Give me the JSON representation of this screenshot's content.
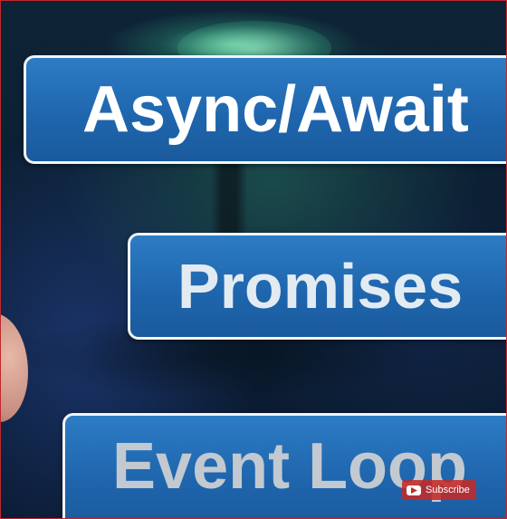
{
  "labels": {
    "async_await": "Async/Await",
    "promises": "Promises",
    "event_loop": "Event Loop"
  },
  "subscribe": {
    "label": "Subscribe",
    "icon": "youtube-play-icon"
  },
  "colors": {
    "box_fill": "#1f66ae",
    "box_border": "#f1f4f8",
    "frame_border": "#c0282d",
    "subscribe_bg": "#c42a28"
  }
}
